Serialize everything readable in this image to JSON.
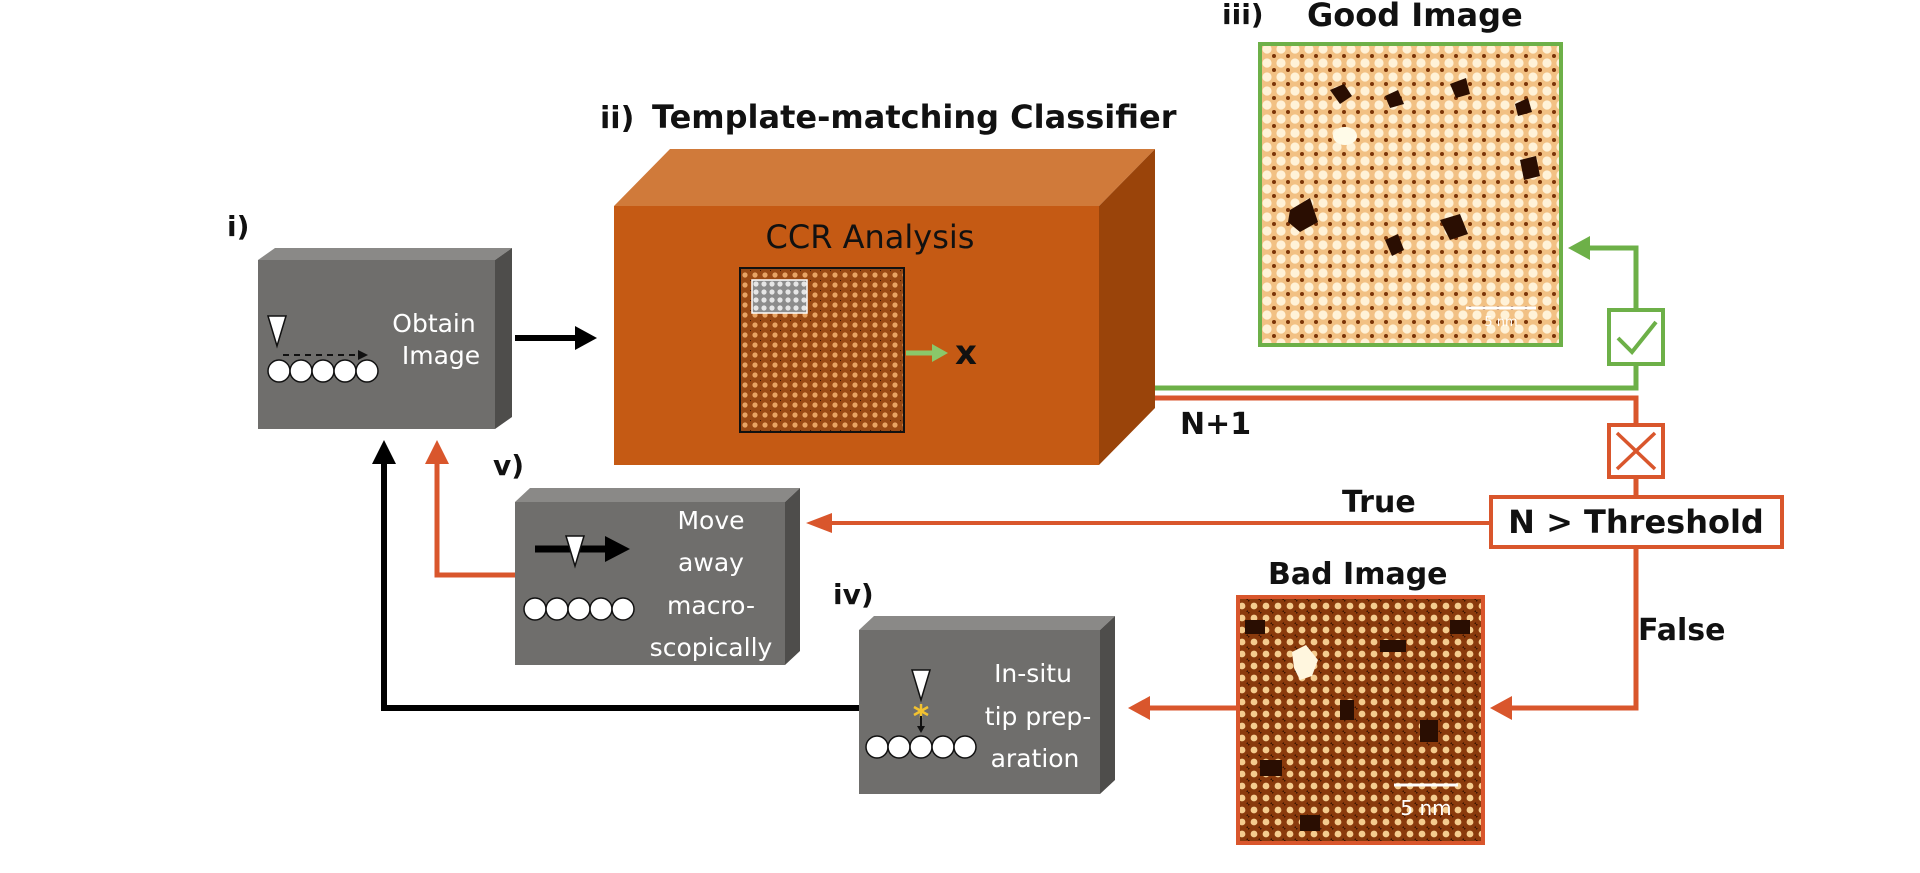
{
  "colors": {
    "orange_line": "#d9562c",
    "green_line": "#6db048",
    "black_line": "#000000",
    "box_gray": "#6f6e6c",
    "classifier_orange": "#c55a14",
    "stm_gold": "#f0b870",
    "stm_brown": "#6b2a05"
  },
  "labels": {
    "step_i": "i)",
    "step_ii": "ii)",
    "step_iii": "iii)",
    "step_iv": "iv)",
    "step_v": "v)",
    "classifier_title": "Template-matching Classifier",
    "good_image_title": "Good Image",
    "bad_image_title": "Bad Image",
    "ccr_analysis": "CCR  Analysis",
    "x_symbol": "x",
    "n_plus_1": "N+1",
    "true_label": "True",
    "false_label": "False",
    "threshold": "N > Threshold",
    "scale_good": "5 nm",
    "scale_bad": "5 nm"
  },
  "boxes": {
    "obtain_image": [
      "Obtain",
      "Image"
    ],
    "move_away": [
      "Move",
      "away",
      "macro-",
      "scopically"
    ],
    "tip_prep": [
      "In-situ",
      "tip prep-",
      "aration"
    ]
  },
  "icons": {
    "check": "check-icon",
    "cross": "cross-icon",
    "tip": "stm-tip-icon"
  }
}
